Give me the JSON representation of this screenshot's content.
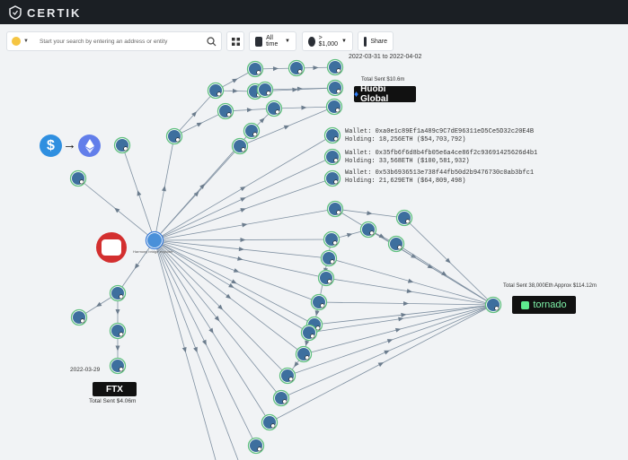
{
  "app": {
    "brand": "CERTIK"
  },
  "search": {
    "placeholder": "Start your search by entering an address or entity"
  },
  "filters": {
    "time": "All time",
    "amount": "> $1,000",
    "share": "Share"
  },
  "graph": {
    "central_node": "Harmony bridge exploiter",
    "huobi": {
      "date_range": "2022-03-31 to 2022-04-02",
      "total_sent": "Total Sent $10.6m",
      "name": "Huobi Global"
    },
    "wallets": [
      {
        "wallet": "Wallet: 0xa0e1c89Ef1a489c9C7dE96311eD5Ce5D32c20E4B",
        "holding": "Holding: 18,256ETH ($54,703,792)"
      },
      {
        "wallet": "Wallet: 0x35fb6f6d8b4fb05e6a4ce86f2c93691425626d4b1",
        "holding": "Holding: 33,568ETH ($100,581,932)"
      },
      {
        "wallet": "Wallet: 0x53b6936513e738f44fb50d2b9476730c0ab3bfc1",
        "holding": "Holding: 21,629ETH ($64,809,498)"
      }
    ],
    "tornado": {
      "total_sent": "Total Sent 38,000Eth Approx $114.12m",
      "name": "tornado"
    },
    "ftx": {
      "date": "2022-03-29",
      "total_sent": "Total Sent $4.06m",
      "name": "FTX"
    },
    "colors": {
      "node": "#4a90d9",
      "ring": "#4caf50",
      "edge": "#7a8b9c",
      "usd": "#2f8fe0",
      "eth": "#627eea",
      "lazarus": "#d32f2f"
    }
  }
}
